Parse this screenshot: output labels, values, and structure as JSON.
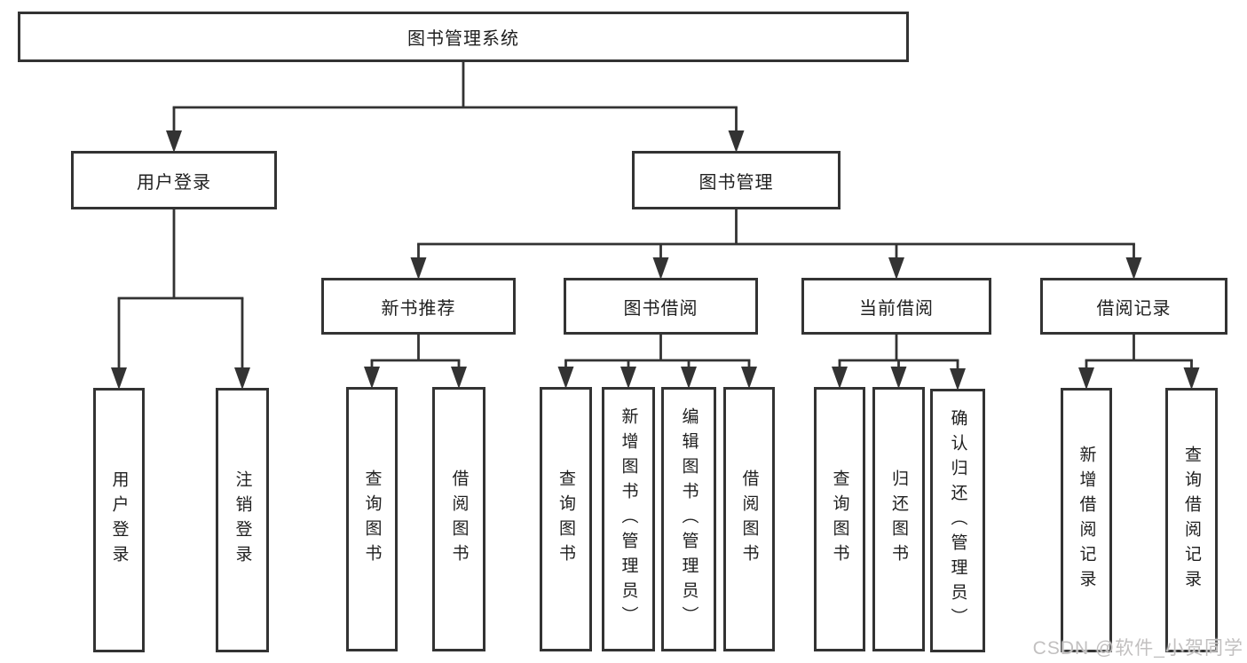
{
  "title": "图书管理系统",
  "watermark": "CSDN @软件_小贺同学",
  "colors": {
    "line": "#333333",
    "box_border": "#333333",
    "box_fill": "#ffffff",
    "text": "#1f1f1f",
    "watermark": "#c2c0c0"
  },
  "diagram": {
    "nodes": [
      {
        "id": "root",
        "label": "图书管理系统",
        "orientation": "horizontal"
      },
      {
        "id": "user-login",
        "label": "用户登录",
        "orientation": "horizontal"
      },
      {
        "id": "book-mgmt",
        "label": "图书管理",
        "orientation": "horizontal"
      },
      {
        "id": "new-book-rec",
        "label": "新书推荐",
        "orientation": "horizontal"
      },
      {
        "id": "book-borrow",
        "label": "图书借阅",
        "orientation": "horizontal"
      },
      {
        "id": "current-borrow",
        "label": "当前借阅",
        "orientation": "horizontal"
      },
      {
        "id": "borrow-records",
        "label": "借阅记录",
        "orientation": "horizontal"
      },
      {
        "id": "leaf-user-login",
        "label": "用户登录",
        "orientation": "vertical"
      },
      {
        "id": "leaf-logout",
        "label": "注销登录",
        "orientation": "vertical"
      },
      {
        "id": "leaf-nb-query",
        "label": "查询图书",
        "orientation": "vertical"
      },
      {
        "id": "leaf-nb-borrow",
        "label": "借阅图书",
        "orientation": "vertical"
      },
      {
        "id": "leaf-bb-query",
        "label": "查询图书",
        "orientation": "vertical"
      },
      {
        "id": "leaf-bb-add",
        "label": "新增图书（管理员）",
        "orientation": "vertical"
      },
      {
        "id": "leaf-bb-edit",
        "label": "编辑图书（管理员）",
        "orientation": "vertical"
      },
      {
        "id": "leaf-bb-borrow",
        "label": "借阅图书",
        "orientation": "vertical"
      },
      {
        "id": "leaf-cb-query",
        "label": "查询图书",
        "orientation": "vertical"
      },
      {
        "id": "leaf-cb-return",
        "label": "归还图书",
        "orientation": "vertical"
      },
      {
        "id": "leaf-cb-confirm",
        "label": "确认归还（管理员）",
        "orientation": "vertical"
      },
      {
        "id": "leaf-br-add",
        "label": "新增借阅记录",
        "orientation": "vertical"
      },
      {
        "id": "leaf-br-query",
        "label": "查询借阅记录",
        "orientation": "vertical"
      }
    ],
    "edges": [
      {
        "from": "root",
        "to": "user-login"
      },
      {
        "from": "root",
        "to": "book-mgmt"
      },
      {
        "from": "user-login",
        "to": "leaf-user-login"
      },
      {
        "from": "user-login",
        "to": "leaf-logout"
      },
      {
        "from": "book-mgmt",
        "to": "new-book-rec"
      },
      {
        "from": "book-mgmt",
        "to": "book-borrow"
      },
      {
        "from": "book-mgmt",
        "to": "current-borrow"
      },
      {
        "from": "book-mgmt",
        "to": "borrow-records"
      },
      {
        "from": "new-book-rec",
        "to": "leaf-nb-query"
      },
      {
        "from": "new-book-rec",
        "to": "leaf-nb-borrow"
      },
      {
        "from": "book-borrow",
        "to": "leaf-bb-query"
      },
      {
        "from": "book-borrow",
        "to": "leaf-bb-add"
      },
      {
        "from": "book-borrow",
        "to": "leaf-bb-edit"
      },
      {
        "from": "book-borrow",
        "to": "leaf-bb-borrow"
      },
      {
        "from": "current-borrow",
        "to": "leaf-cb-query"
      },
      {
        "from": "current-borrow",
        "to": "leaf-cb-return"
      },
      {
        "from": "current-borrow",
        "to": "leaf-cb-confirm"
      },
      {
        "from": "borrow-records",
        "to": "leaf-br-add"
      },
      {
        "from": "borrow-records",
        "to": "leaf-br-query"
      }
    ]
  }
}
